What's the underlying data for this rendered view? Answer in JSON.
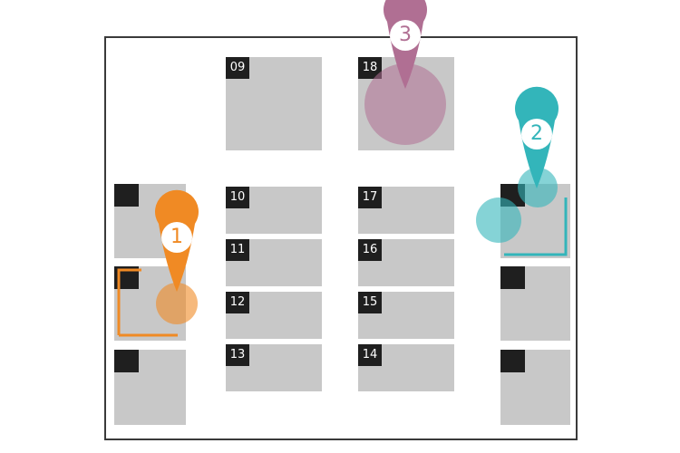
{
  "desks": {
    "d09": "09",
    "d18": "18",
    "d10": "10",
    "d11": "11",
    "d12": "12",
    "d13": "13",
    "d17": "17",
    "d16": "16",
    "d15": "15",
    "d14": "14"
  },
  "markers": [
    {
      "label": "1",
      "color": "#f08a24"
    },
    {
      "label": "2",
      "color": "#33b5ba"
    },
    {
      "label": "3",
      "color": "#b06f93"
    }
  ]
}
